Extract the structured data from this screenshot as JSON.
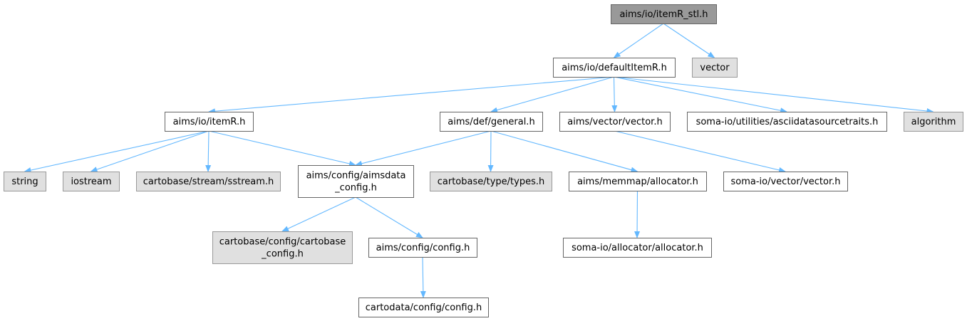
{
  "colors": {
    "root_fill": "#999999",
    "root_stroke": "#666666",
    "doc_fill": "#ffffff",
    "doc_stroke": "#666666",
    "ext_fill": "#e0e0e0",
    "ext_stroke": "#999999",
    "edge": "#63b8ff"
  },
  "nodes": [
    {
      "id": "itemR_stl",
      "lines": [
        "aims/io/itemR_stl.h"
      ],
      "kind": "root"
    },
    {
      "id": "defaultItemR",
      "lines": [
        "aims/io/defaultItemR.h"
      ],
      "kind": "doc"
    },
    {
      "id": "vector_std",
      "lines": [
        "vector"
      ],
      "kind": "ext"
    },
    {
      "id": "itemR",
      "lines": [
        "aims/io/itemR.h"
      ],
      "kind": "doc"
    },
    {
      "id": "general",
      "lines": [
        "aims/def/general.h"
      ],
      "kind": "doc"
    },
    {
      "id": "aims_vector",
      "lines": [
        "aims/vector/vector.h"
      ],
      "kind": "doc"
    },
    {
      "id": "asciitraits",
      "lines": [
        "soma-io/utilities/asciidatasourcetraits.h"
      ],
      "kind": "doc"
    },
    {
      "id": "algorithm",
      "lines": [
        "algorithm"
      ],
      "kind": "ext"
    },
    {
      "id": "string",
      "lines": [
        "string"
      ],
      "kind": "ext"
    },
    {
      "id": "iostream",
      "lines": [
        "iostream"
      ],
      "kind": "ext"
    },
    {
      "id": "sstream",
      "lines": [
        "cartobase/stream/sstream.h"
      ],
      "kind": "ext"
    },
    {
      "id": "aimsdata_config",
      "lines": [
        "aims/config/aimsdata",
        "_config.h"
      ],
      "kind": "doc"
    },
    {
      "id": "types",
      "lines": [
        "cartobase/type/types.h"
      ],
      "kind": "ext"
    },
    {
      "id": "memmap_allocator",
      "lines": [
        "aims/memmap/allocator.h"
      ],
      "kind": "doc"
    },
    {
      "id": "somaio_vector",
      "lines": [
        "soma-io/vector/vector.h"
      ],
      "kind": "doc"
    },
    {
      "id": "cartobase_config",
      "lines": [
        "cartobase/config/cartobase",
        "_config.h"
      ],
      "kind": "ext"
    },
    {
      "id": "aims_config",
      "lines": [
        "aims/config/config.h"
      ],
      "kind": "doc"
    },
    {
      "id": "somaio_allocator",
      "lines": [
        "soma-io/allocator/allocator.h"
      ],
      "kind": "doc"
    },
    {
      "id": "cartodata_config",
      "lines": [
        "cartodata/config/config.h"
      ],
      "kind": "doc"
    }
  ],
  "edges": [
    {
      "from": "itemR_stl",
      "to": "defaultItemR"
    },
    {
      "from": "itemR_stl",
      "to": "vector_std"
    },
    {
      "from": "defaultItemR",
      "to": "itemR"
    },
    {
      "from": "defaultItemR",
      "to": "general"
    },
    {
      "from": "defaultItemR",
      "to": "aims_vector"
    },
    {
      "from": "defaultItemR",
      "to": "asciitraits"
    },
    {
      "from": "defaultItemR",
      "to": "algorithm"
    },
    {
      "from": "itemR",
      "to": "string"
    },
    {
      "from": "itemR",
      "to": "iostream"
    },
    {
      "from": "itemR",
      "to": "sstream"
    },
    {
      "from": "itemR",
      "to": "aimsdata_config"
    },
    {
      "from": "general",
      "to": "aimsdata_config"
    },
    {
      "from": "general",
      "to": "types"
    },
    {
      "from": "general",
      "to": "memmap_allocator"
    },
    {
      "from": "aims_vector",
      "to": "somaio_vector"
    },
    {
      "from": "aimsdata_config",
      "to": "cartobase_config"
    },
    {
      "from": "aimsdata_config",
      "to": "aims_config"
    },
    {
      "from": "memmap_allocator",
      "to": "somaio_allocator"
    },
    {
      "from": "aims_config",
      "to": "cartodata_config"
    }
  ]
}
